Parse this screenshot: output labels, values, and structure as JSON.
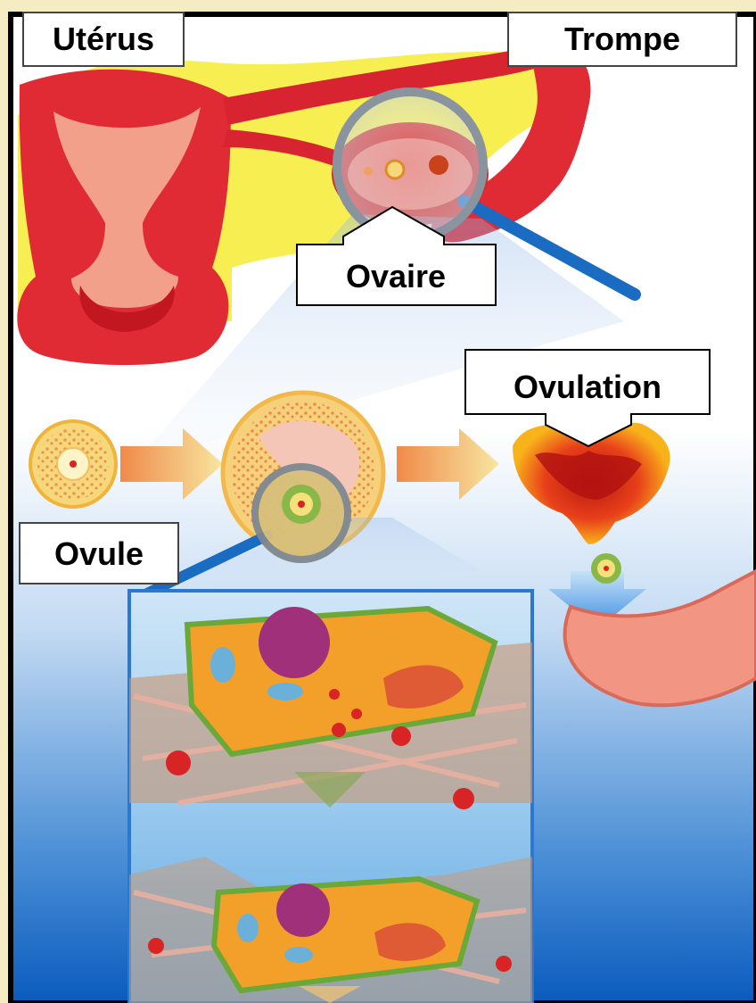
{
  "labels": {
    "uterus": "Utérus",
    "tube": "Trompe",
    "ovary": "Ovaire",
    "ovulation": "Ovulation",
    "ovum": "Ovule"
  },
  "colors": {
    "page_background": "#f6ecc4",
    "border": "#000000",
    "sky_top": "#ffffff",
    "sky_bottom": "#0a62c4",
    "uterus_red": "#e02a34",
    "uterus_pink": "#f2a08a",
    "fat_yellow": "#f7ef52",
    "follicle_yellow": "#f6d77a",
    "cell_orange": "#f2a02a",
    "nucleus_purple": "#a0307a",
    "magnifier_blue": "#1a6cc2",
    "label_box": "#ffffff"
  },
  "icons": {
    "magnifier_top": "magnifying-glass-icon",
    "magnifier_bottom": "magnifying-glass-icon",
    "arrow_1": "right-arrow-icon",
    "arrow_2": "right-arrow-icon",
    "arrow_down": "down-arrow-icon"
  }
}
